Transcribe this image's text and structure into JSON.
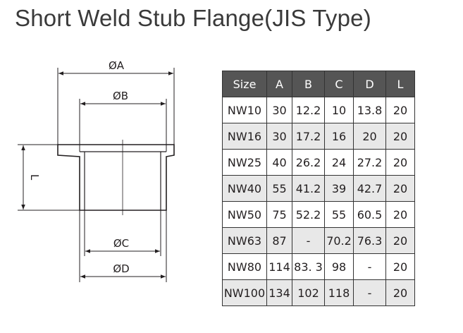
{
  "title": "Short Weld Stub Flange(JIS Type)",
  "drawing": {
    "labels": {
      "a": "ØA",
      "b": "ØB",
      "c": "ØC",
      "d": "ØD",
      "l": "L"
    }
  },
  "table": {
    "headers": [
      "Size",
      "A",
      "B",
      "C",
      "D",
      "L"
    ],
    "rows": [
      [
        "NW10",
        "30",
        "12.2",
        "10",
        "13.8",
        "20"
      ],
      [
        "NW16",
        "30",
        "17.2",
        "16",
        "20",
        "20"
      ],
      [
        "NW25",
        "40",
        "26.2",
        "24",
        "27.2",
        "20"
      ],
      [
        "NW40",
        "55",
        "41.2",
        "39",
        "42.7",
        "20"
      ],
      [
        "NW50",
        "75",
        "52.2",
        "55",
        "60.5",
        "20"
      ],
      [
        "NW63",
        "87",
        "-",
        "70.2",
        "76.3",
        "20"
      ],
      [
        "NW80",
        "114",
        "83. 3",
        "98",
        "-",
        "20"
      ],
      [
        "NW100",
        "134",
        "102",
        "118",
        "-",
        "20"
      ]
    ]
  }
}
